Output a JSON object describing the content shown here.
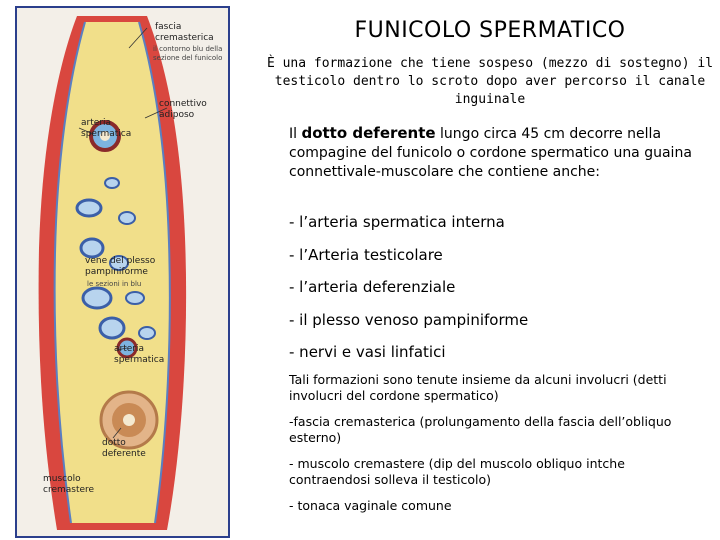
{
  "header": {
    "title": "FUNICOLO SPERMATICO",
    "subtitle": "È una formazione che tiene sospeso (mezzo di sostegno) il testicolo dentro lo scroto dopo aver percorso il canale inguinale"
  },
  "intro": {
    "prefix": "Il ",
    "term": "dotto deferente",
    "rest": " lungo circa 45 cm decorre nella compagine del funicolo o cordone spermatico una guaina connettivale-muscolare che contiene anche:"
  },
  "list": [
    "- l’arteria spermatica interna",
    "- l’Arteria testicolare",
    "- l’arteria deferenziale",
    "- il plesso venoso pampiniforme",
    "- nervi e vasi linfatici"
  ],
  "notes": [
    "Tali formazioni sono tenute insieme da alcuni involucri (detti involucri del cordone spermatico)",
    "-fascia cremasterica (prolungamento della fascia dell’obliquo esterno)",
    "- muscolo cremastere (dip del muscolo obliquo intche contraendosi solleva il testicolo)",
    "- tonaca vaginale comune"
  ],
  "figure": {
    "labels": {
      "fascia": "fascia",
      "cremasterica": "cremasterica",
      "fascia_note1": "il contorno blu della",
      "fascia_note2": "sezione del funicolo",
      "connettivo": "connettivo",
      "adiposo": "adiposo",
      "arteria1": "arteria",
      "spermatica1": "spermatica",
      "vene": "vene del plesso",
      "pampiniforme": "pampiniforme",
      "vene_note": "le sezioni in blu",
      "arteria2": "arteria",
      "spermatica2": "spermatica",
      "dotto": "dotto",
      "deferente": "deferente",
      "muscolo": "muscolo",
      "cremastere": "cremastere"
    }
  }
}
